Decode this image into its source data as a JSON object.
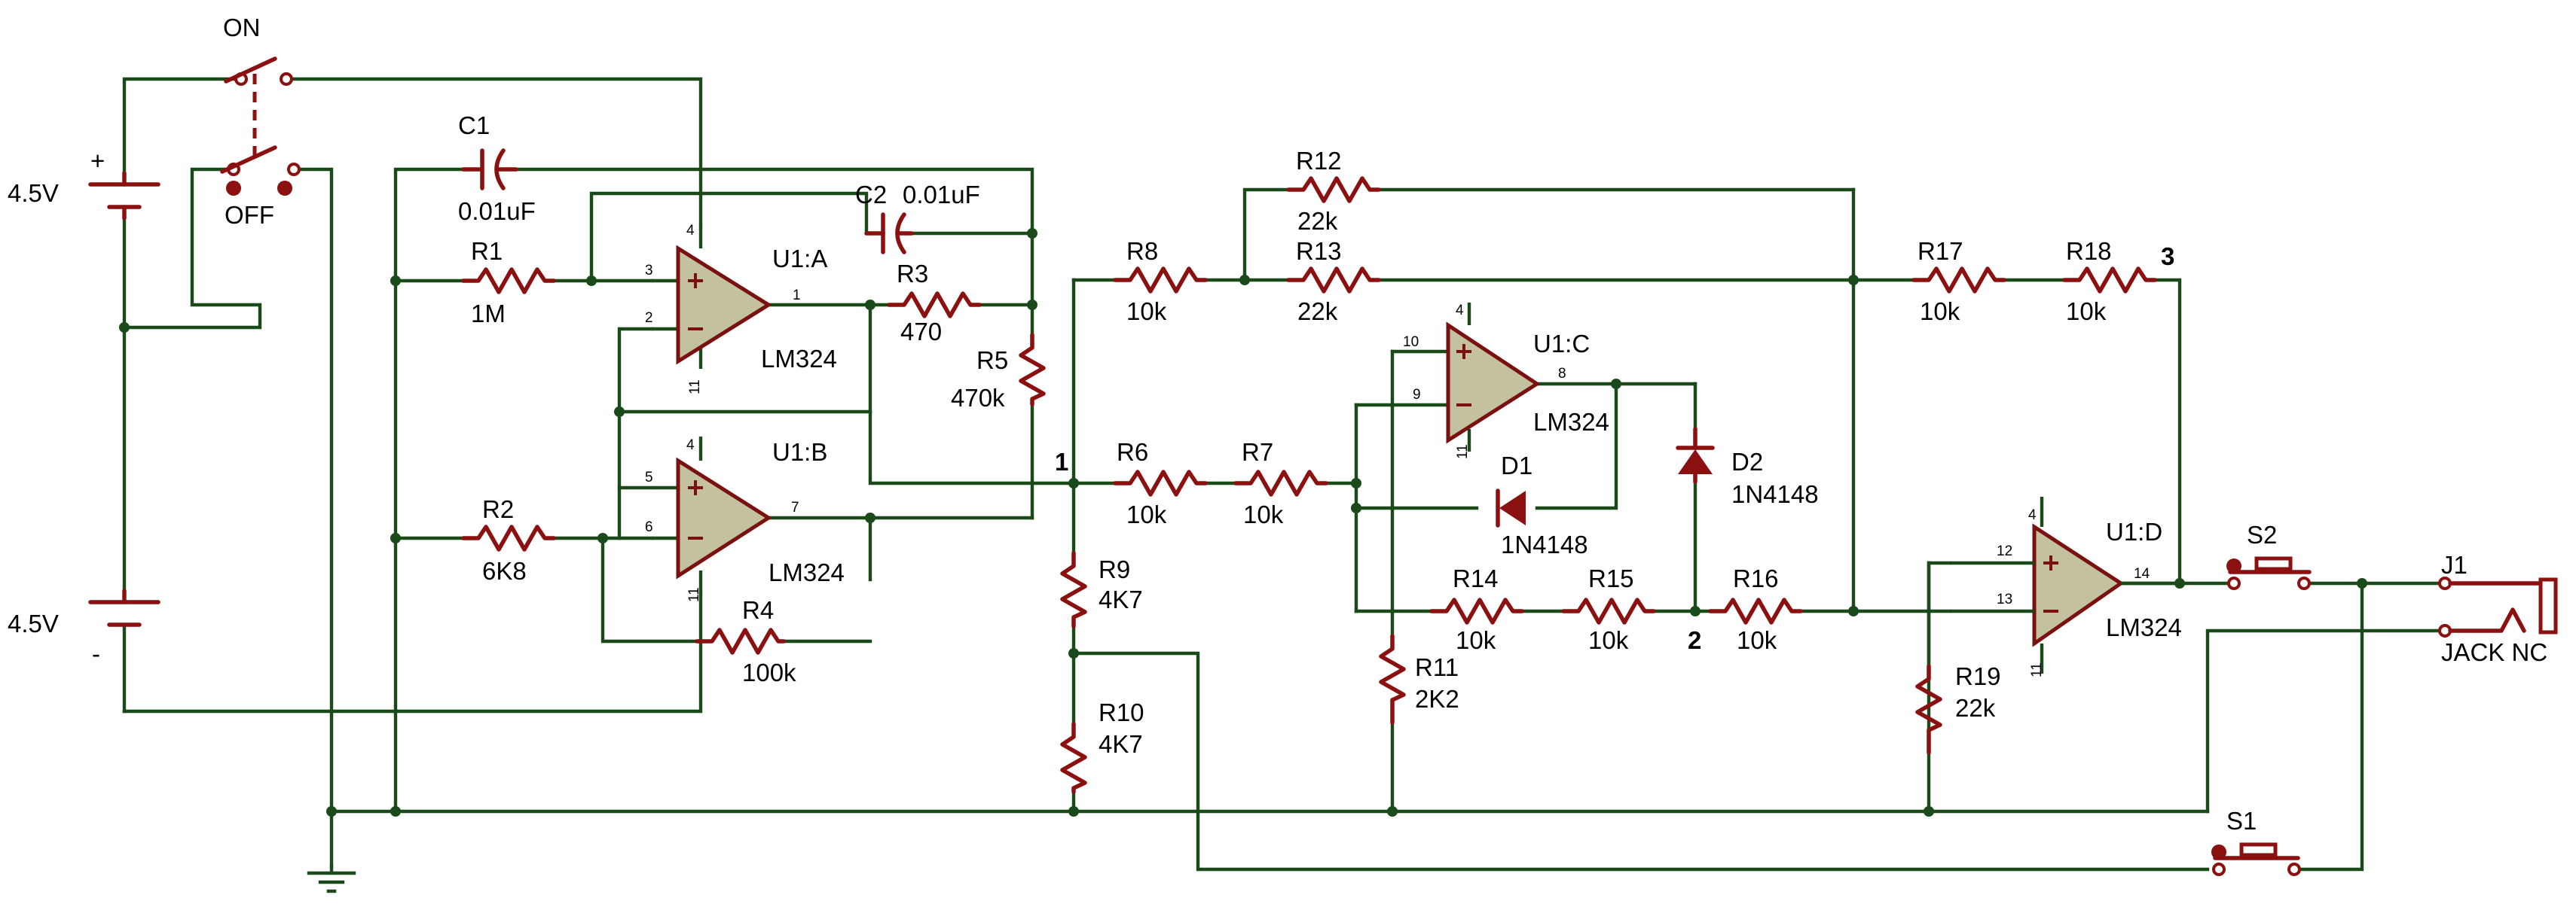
{
  "battery_top": {
    "label": "4.5V",
    "plus": "+"
  },
  "battery_bottom": {
    "label": "4.5V",
    "minus": "-"
  },
  "power_switch": {
    "on_label": "ON",
    "off_label": "OFF"
  },
  "capacitors": {
    "c1": {
      "ref": "C1",
      "value": "0.01uF"
    },
    "c2": {
      "ref": "C2",
      "value": "0.01uF"
    }
  },
  "resistors": {
    "r1": {
      "ref": "R1",
      "value": "1M"
    },
    "r2": {
      "ref": "R2",
      "value": "6K8"
    },
    "r3": {
      "ref": "R3",
      "value": "470"
    },
    "r4": {
      "ref": "R4",
      "value": "100k"
    },
    "r5": {
      "ref": "R5",
      "value": "470k"
    },
    "r6": {
      "ref": "R6",
      "value": "10k"
    },
    "r7": {
      "ref": "R7",
      "value": "10k"
    },
    "r8": {
      "ref": "R8",
      "value": "10k"
    },
    "r9": {
      "ref": "R9",
      "value": "4K7"
    },
    "r10": {
      "ref": "R10",
      "value": "4K7"
    },
    "r11": {
      "ref": "R11",
      "value": "2K2"
    },
    "r12": {
      "ref": "R12",
      "value": "22k"
    },
    "r13": {
      "ref": "R13",
      "value": "22k"
    },
    "r14": {
      "ref": "R14",
      "value": "10k"
    },
    "r15": {
      "ref": "R15",
      "value": "10k"
    },
    "r16": {
      "ref": "R16",
      "value": "10k"
    },
    "r17": {
      "ref": "R17",
      "value": "10k"
    },
    "r18": {
      "ref": "R18",
      "value": "10k"
    },
    "r19": {
      "ref": "R19",
      "value": "22k"
    }
  },
  "opamps": {
    "a": {
      "ref": "U1:A",
      "part": "LM324",
      "pins": {
        "vcc": "4",
        "plus": "3",
        "minus": "2",
        "out": "1",
        "gnd": "11"
      }
    },
    "b": {
      "ref": "U1:B",
      "part": "LM324",
      "pins": {
        "vcc": "4",
        "plus": "5",
        "minus": "6",
        "out": "7",
        "gnd": "11"
      }
    },
    "c": {
      "ref": "U1:C",
      "part": "LM324",
      "pins": {
        "vcc": "4",
        "plus": "10",
        "minus": "9",
        "out": "8",
        "gnd": "11"
      }
    },
    "d": {
      "ref": "U1:D",
      "part": "LM324",
      "pins": {
        "vcc": "4",
        "plus": "12",
        "minus": "13",
        "out": "14",
        "gnd": "11"
      }
    }
  },
  "diodes": {
    "d1": {
      "ref": "D1",
      "part": "1N4148"
    },
    "d2": {
      "ref": "D2",
      "part": "1N4148"
    }
  },
  "pushbuttons": {
    "s1": {
      "ref": "S1"
    },
    "s2": {
      "ref": "S2"
    }
  },
  "jack": {
    "ref": "J1",
    "label": "JACK NC"
  },
  "nodes": {
    "n1": "1",
    "n2": "2",
    "n3": "3"
  },
  "colors": {
    "wire": "#1a4a1a",
    "component": "#8b1010",
    "opamp_fill": "#c3c1a0",
    "background": "#ffffff"
  }
}
